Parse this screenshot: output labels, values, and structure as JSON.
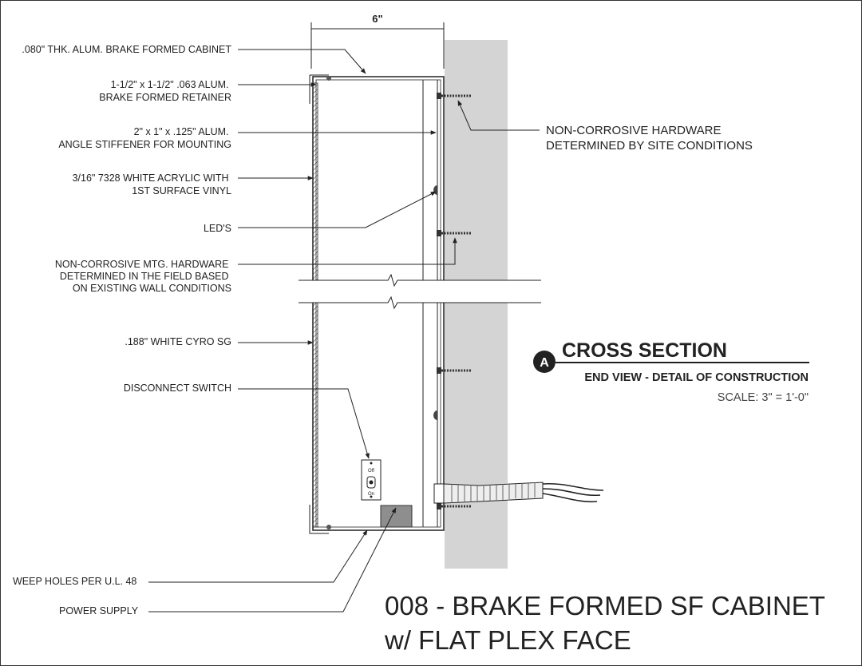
{
  "dimension": {
    "width_label": "6\""
  },
  "labels_left": [
    {
      "lines": [
        ".080\" THK. ALUM. BRAKE FORMED CABINET"
      ]
    },
    {
      "lines": [
        "1-1/2\" x 1-1/2\" .063 ALUM.",
        "BRAKE FORMED RETAINER"
      ]
    },
    {
      "lines": [
        "2\" x 1\" x .125\" ALUM.",
        "ANGLE STIFFENER FOR MOUNTING"
      ]
    },
    {
      "lines": [
        "3/16\" 7328 WHITE ACRYLIC WITH",
        "1ST SURFACE VINYL"
      ]
    },
    {
      "lines": [
        "LED'S"
      ]
    },
    {
      "lines": [
        "NON-CORROSIVE MTG. HARDWARE",
        "DETERMINED IN THE FIELD BASED",
        "ON EXISTING WALL CONDITIONS"
      ]
    },
    {
      "lines": [
        ".188\" WHITE CYRO SG"
      ]
    },
    {
      "lines": [
        "DISCONNECT SWITCH"
      ]
    },
    {
      "lines": [
        "WEEP HOLES PER U.L. 48"
      ]
    },
    {
      "lines": [
        "POWER SUPPLY"
      ]
    }
  ],
  "label_right": {
    "lines": [
      "NON-CORROSIVE HARDWARE",
      "DETERMINED BY SITE CONDITIONS"
    ]
  },
  "switch_text": {
    "off": "Off",
    "on": "On"
  },
  "section": {
    "marker": "A",
    "title": "CROSS SECTION",
    "subtitle": "END VIEW - DETAIL OF CONSTRUCTION",
    "scale": "SCALE:  3\" = 1'-0\""
  },
  "drawing_title": {
    "line1": "008 - BRAKE FORMED SF CABINET",
    "line2": "w/ FLAT PLEX FACE"
  },
  "colors": {
    "wall": "#d4d4d4",
    "power_supply": "#8e8e8e",
    "ink": "#222222"
  }
}
